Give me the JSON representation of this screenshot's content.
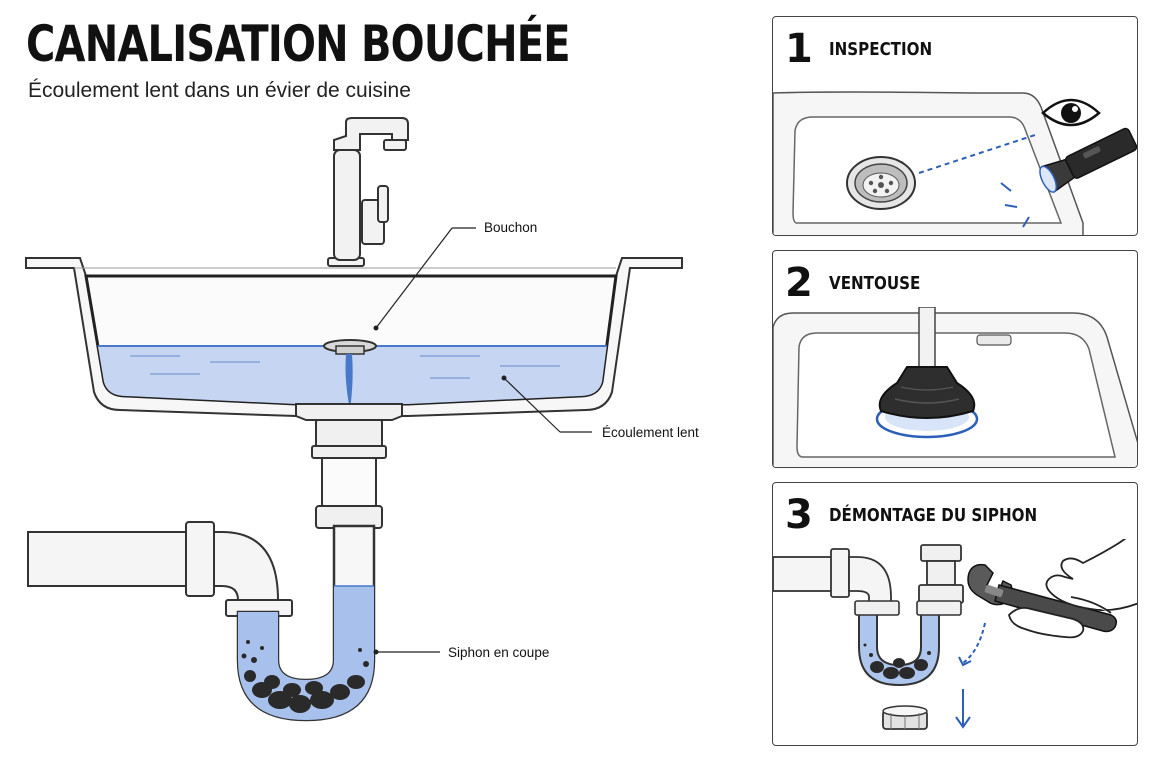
{
  "header": {
    "title": "CANALISATION BOUCHÉE",
    "subtitle": "Écoulement lent dans un évier de cuisine"
  },
  "diagram": {
    "labels": {
      "stopper": "Bouchon",
      "slow_drain": "Écoulement lent",
      "trap_section": "Siphon en coupe"
    }
  },
  "steps": [
    {
      "number": "1",
      "title": "INSPECTION"
    },
    {
      "number": "2",
      "title": "VENTOUSE"
    },
    {
      "number": "3",
      "title": "DÉMONTAGE DU SIPHON"
    }
  ],
  "colors": {
    "water": "#b9cdef",
    "water_line": "#3f6fc4",
    "outline": "#333333",
    "accent_blue": "#2d5fb8",
    "debris": "#222222"
  }
}
